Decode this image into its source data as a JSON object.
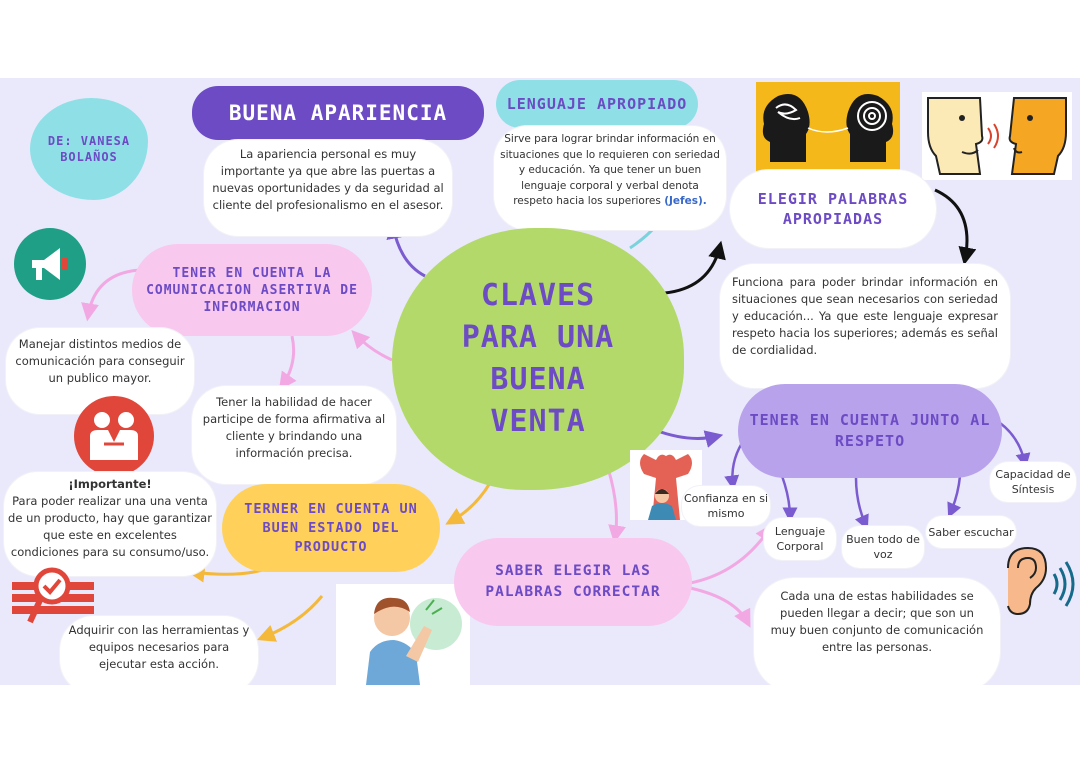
{
  "center_title": [
    "CLAVES",
    "PARA UNA",
    "BUENA",
    "VENTA"
  ],
  "author": [
    "DE: VANESA",
    "BOLAÑOS"
  ],
  "buena_apariencia": {
    "title": "BUENA APARIENCIA",
    "text": "La apariencia personal es muy importante ya que abre las puertas a nuevas oportunidades y da seguridad al cliente del profesionalismo en el asesor."
  },
  "lenguaje_apropiado": {
    "title": "LENGUAJE APROPIADO",
    "text_before": "Sirve para lograr brindar información en situaciones que lo requieren con seriedad y educación. Ya que tener un buen lenguaje corporal y verbal denota respeto hacia los superiores",
    "text_highlight": "(Jefes)."
  },
  "elegir_palabras": {
    "title": [
      "ELEGIR PALABRAS",
      "APROPIADAS"
    ],
    "text": "Funciona para poder brindar información en situaciones que sean necesarios con seriedad y educación... Ya que este lenguaje expresar respeto hacia los superiores; además es señal de cordialidad."
  },
  "comunicacion_asertiva": {
    "title": [
      "TENER EN CUENTA LA",
      "COMUNICACION ASERTIVA DE",
      "INFORMACION"
    ],
    "text_left": "Manejar distintos medios de comunicación para conseguir un publico mayor.",
    "text_bottom": "Tener la habilidad de hacer participe de forma afirmativa al cliente y brindando una información precisa."
  },
  "importante": {
    "label": "¡Importante!",
    "text": "Para poder realizar una una venta de un producto, hay que garantizar que este en excelentes condiciones para su consumo/uso."
  },
  "estado_producto": {
    "title": [
      "TERNER EN CUENTA UN",
      "BUEN ESTADO DEL",
      "PRODUCTO"
    ],
    "text": "Adquirir con las herramientas y equipos necesarios para ejecutar esta acción."
  },
  "respeto": {
    "title": [
      "TENER EN CUENTA JUNTO AL",
      "RESPETO"
    ],
    "items": [
      "Confianza en si mismo",
      "Lenguaje Corporal",
      "Buen todo de voz",
      "Saber escuchar",
      "Capacidad de Síntesis"
    ]
  },
  "palabras_correctar": {
    "title": [
      "SABER ELEGIR LAS",
      "PALABRAS CORRECTAR"
    ],
    "text": "Cada una de estas habilidades se pueden llegar a decir; que son un muy buen conjunto de comunicación entre las personas."
  },
  "colors": {
    "board": "#e9e9fb",
    "purple": "#6c4bc4",
    "center": "#b3d96b",
    "pink": "#f8c8ee",
    "lavender": "#b8a2ec",
    "yellow": "#ffd15a",
    "cyan": "#8fe0e6"
  },
  "icons": [
    "megaphone-icon",
    "partnership-icon",
    "quality-check-icon",
    "heads-thinking-icon",
    "talking-faces-icon",
    "strong-woman-icon",
    "thinking-man-icon",
    "ear-icon"
  ]
}
